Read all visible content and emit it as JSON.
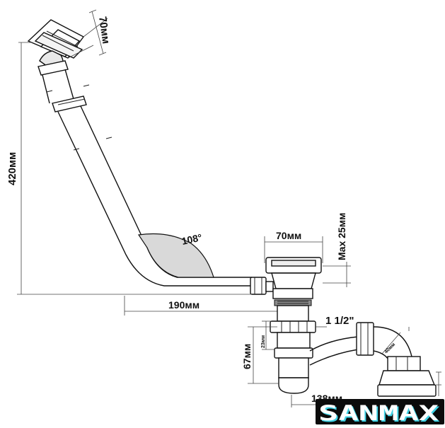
{
  "dimensions": {
    "overflow_height": "70мм",
    "overall_height": "420мм",
    "reach": "190мм",
    "waste_width": "70мм",
    "max_thickness": "Max 25мм",
    "angle": "108°",
    "thread": "1 1/2\"",
    "trap_height": "67мм",
    "small_23": "23мм",
    "small_40": "40мм",
    "bottom_138": "138мм"
  },
  "brand": {
    "name": "SANMAX",
    "background": "#0b0b0b",
    "accent": "#3fd3e6",
    "text_color": "#ffffff"
  }
}
